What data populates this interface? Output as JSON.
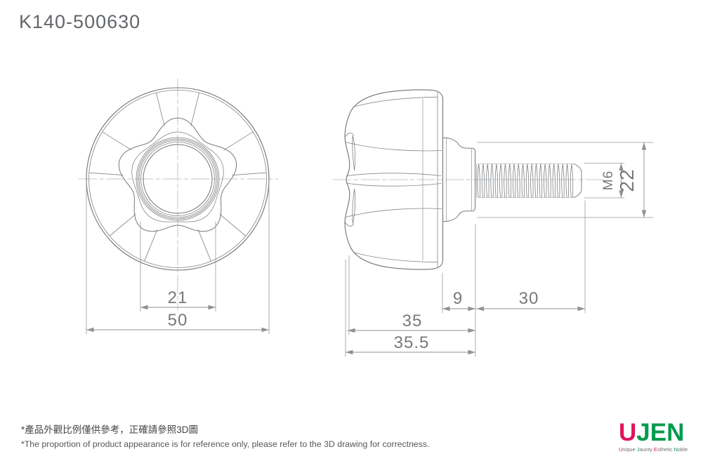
{
  "title": "K140-500630",
  "front_view": {
    "inner_diameter": "21",
    "outer_diameter": "50"
  },
  "side_view": {
    "neck_length": "9",
    "thread_length": "30",
    "body_length": "35",
    "overall_length": "35.5",
    "thread_size": "M6",
    "neck_diameter": "22"
  },
  "footer": {
    "note_zh": "*產品外觀比例僅供參考，正確請參照3D圖",
    "note_en": "*The proportion of product appearance is for reference only, please refer to the 3D drawing for correctness."
  },
  "logo": {
    "u": "U",
    "jen": "JEN",
    "tagline": [
      {
        "initial": "U",
        "rest": "nique",
        "color": "#e0145a"
      },
      {
        "initial": "J",
        "rest": "aunty",
        "color": "#009b4c"
      },
      {
        "initial": "E",
        "rest": "sthetic",
        "color": "#e0145a"
      },
      {
        "initial": "N",
        "rest": "oble",
        "color": "#009b4c"
      }
    ]
  },
  "colors": {
    "brand_pink": "#e0145a",
    "brand_green": "#009b4c",
    "line_gray": "#7d8084",
    "dim_text_gray": "#77797c"
  }
}
